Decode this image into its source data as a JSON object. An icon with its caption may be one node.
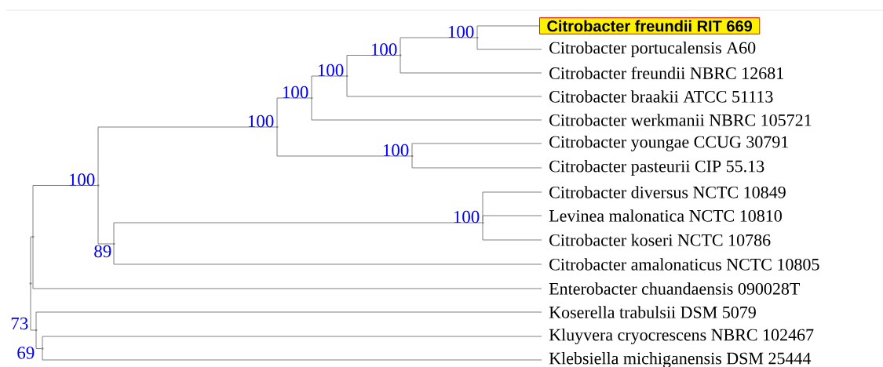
{
  "diagram": {
    "nodes": [
      {
        "text": [
          "Citrobacter freundii RIT 669"
        ]
      },
      {
        "text": [
          "Citrobacter portucalensis A60"
        ]
      },
      {
        "text": [
          "Citrobacter freundii NBRC 12681"
        ]
      },
      {
        "text": [
          "Citrobacter braakii ATCC 51113"
        ]
      },
      {
        "text": [
          "Citrobacter werkmanii NBRC 105721"
        ]
      },
      {
        "text": [
          "Citrobacter youngae CCUG 30791"
        ]
      },
      {
        "text": [
          "Citrobacter pasteurii CIP 55.13"
        ]
      },
      {
        "text": [
          "Citrobacter diversus NCTC 10849"
        ]
      },
      {
        "text": [
          "Levinea malonatica NCTC 10810"
        ]
      },
      {
        "text": [
          "Citrobacter koseri NCTC 10786"
        ]
      },
      {
        "text": [
          "Citrobacter amalonaticus NCTC 10805"
        ]
      },
      {
        "text": [
          "Enterobacter chuandaensis 090028T"
        ]
      },
      {
        "text": [
          "Koserella trabulsii DSM 5079"
        ]
      },
      {
        "text": [
          "Kluyvera cryocrescens NBRC 102467"
        ]
      },
      {
        "text": [
          "Klebsiella michiganensis DSM 25444"
        ]
      },
      {
        "text": [],
        "shape": "point",
        "beside": [
          "100"
        ]
      },
      {
        "text": [],
        "shape": "point",
        "beside": [
          "100"
        ]
      },
      {
        "text": [],
        "shape": "point",
        "beside": [
          "100"
        ]
      },
      {
        "text": [],
        "shape": "point",
        "beside": [
          "100"
        ]
      },
      {
        "text": [],
        "shape": "point",
        "beside": [
          "100"
        ]
      },
      {
        "text": [],
        "shape": "point",
        "beside": [
          "100"
        ]
      },
      {
        "text": [],
        "shape": "point",
        "beside": [
          "100"
        ]
      },
      {
        "text": [],
        "shape": "point",
        "beside": [
          "89"
        ]
      },
      {
        "text": [],
        "shape": "point",
        "beside": [
          "100"
        ]
      },
      {
        "text": [],
        "shape": "point",
        "beside": [
          "73"
        ]
      },
      {
        "text": [],
        "shape": "point",
        "beside": [
          "69"
        ]
      },
      {
        "text": [],
        "shape": "point"
      },
      {
        "text": [],
        "shape": "point"
      }
    ],
    "edges": [
      {
        "from": 27,
        "to": 26,
        "arrow": "none"
      },
      {
        "from": 27,
        "to": 24,
        "arrow": "none"
      },
      {
        "from": 26,
        "to": 21,
        "arrow": "none"
      },
      {
        "from": 26,
        "to": 11,
        "arrow": "none"
      },
      {
        "from": 21,
        "to": 19,
        "arrow": "none"
      },
      {
        "from": 21,
        "to": 22,
        "arrow": "none"
      },
      {
        "from": 19,
        "to": 18,
        "arrow": "none"
      },
      {
        "from": 19,
        "to": 20,
        "arrow": "none"
      },
      {
        "from": 18,
        "to": 17,
        "arrow": "none"
      },
      {
        "from": 18,
        "to": 4,
        "arrow": "none"
      },
      {
        "from": 17,
        "to": 16,
        "arrow": "none"
      },
      {
        "from": 17,
        "to": 3,
        "arrow": "none"
      },
      {
        "from": 16,
        "to": 15,
        "arrow": "none"
      },
      {
        "from": 16,
        "to": 2,
        "arrow": "none"
      },
      {
        "from": 15,
        "to": 0,
        "arrow": "none"
      },
      {
        "from": 15,
        "to": 1,
        "arrow": "none"
      },
      {
        "from": 20,
        "to": 5,
        "arrow": "none"
      },
      {
        "from": 20,
        "to": 6,
        "arrow": "none"
      },
      {
        "from": 22,
        "to": 23,
        "arrow": "none"
      },
      {
        "from": 22,
        "to": 10,
        "arrow": "none"
      },
      {
        "from": 23,
        "to": 7,
        "arrow": "none"
      },
      {
        "from": 23,
        "to": 8,
        "arrow": "none"
      },
      {
        "from": 23,
        "to": 9,
        "arrow": "none"
      },
      {
        "from": 24,
        "to": 12,
        "arrow": "none"
      },
      {
        "from": 24,
        "to": 25,
        "arrow": "none"
      },
      {
        "from": 25,
        "to": 13,
        "arrow": "none"
      },
      {
        "from": 25,
        "to": 14,
        "arrow": "none"
      }
    ]
  }
}
